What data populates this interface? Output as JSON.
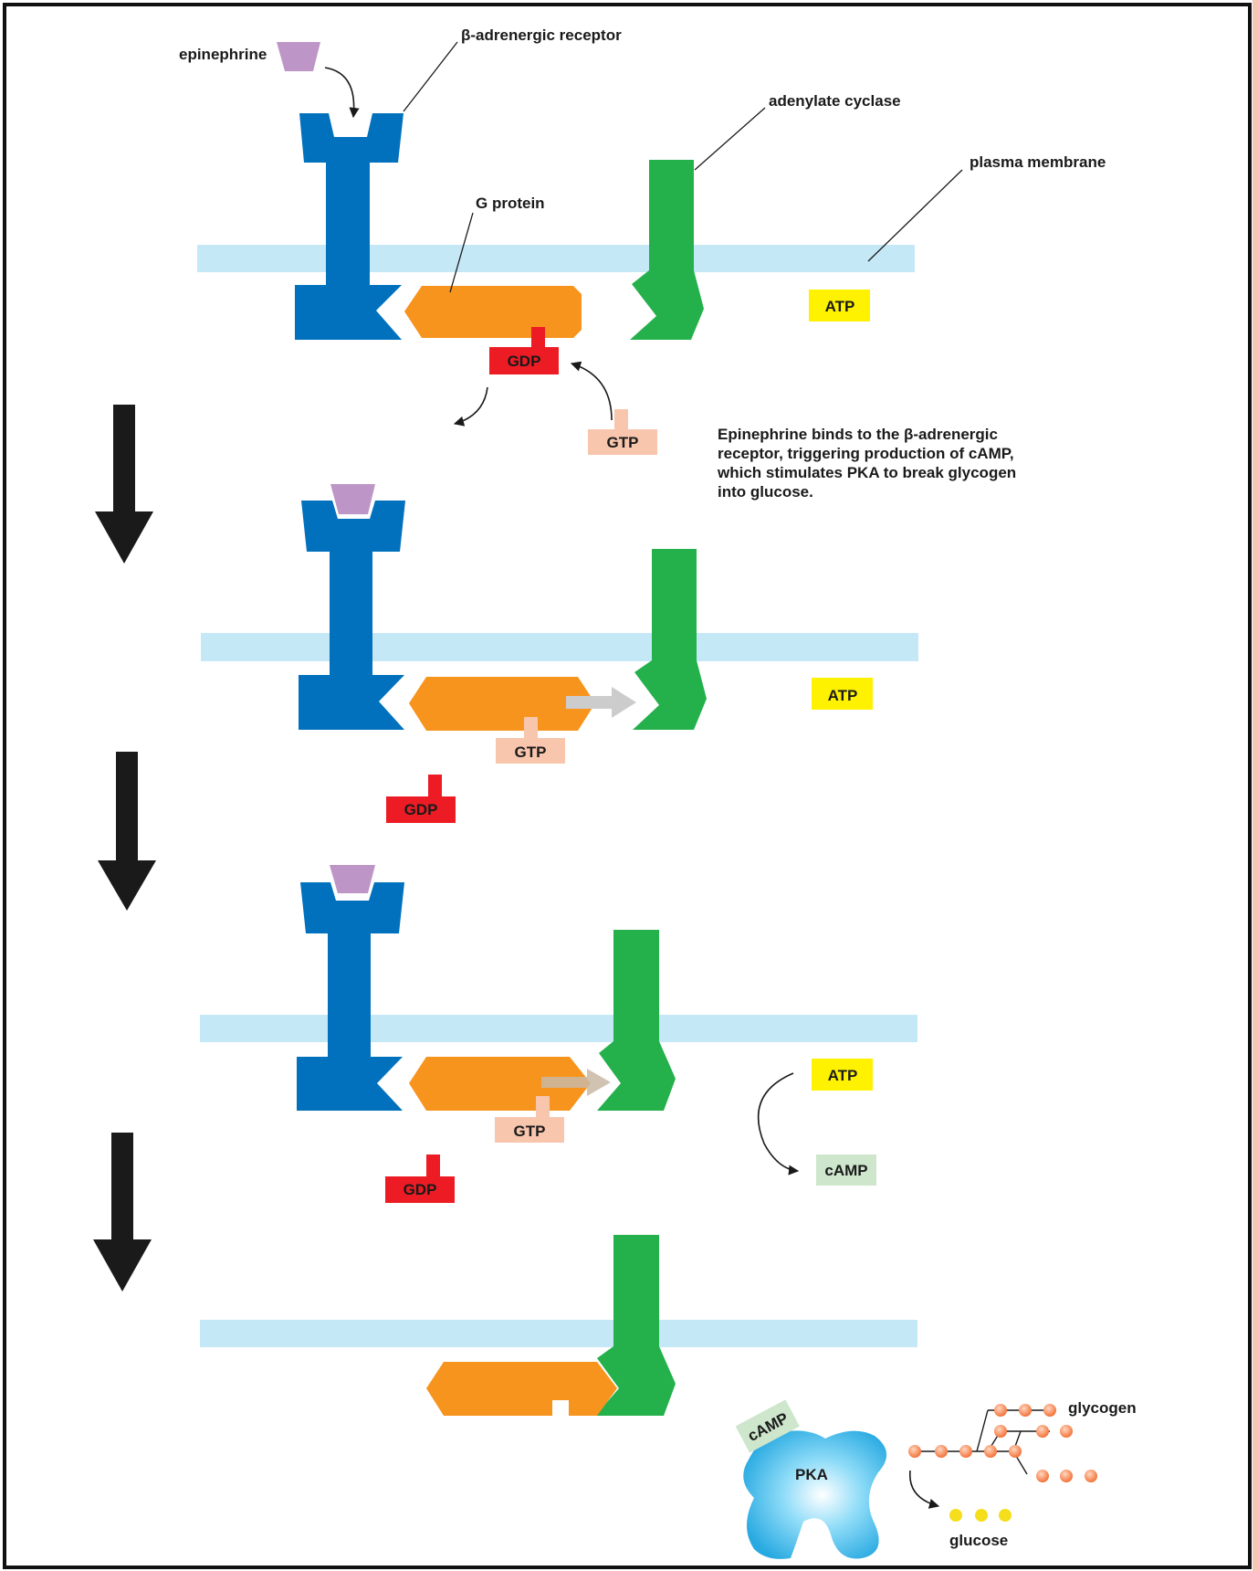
{
  "labels": {
    "epinephrine": "epinephrine",
    "beta_receptor": "β-adrenergic receptor",
    "adenylate_cyclase": "adenylate cyclase",
    "plasma_membrane": "plasma membrane",
    "g_protein": "G protein",
    "glycogen": "glycogen",
    "glucose": "glucose",
    "pka": "PKA"
  },
  "molecules": {
    "atp": "ATP",
    "gdp": "GDP",
    "gtp": "GTP",
    "camp": "cAMP"
  },
  "caption": "Epinephrine binds to the β-adrenergic receptor, triggering production of cAMP, which stimulates PKA to break glycogen into glucose.",
  "colors": {
    "receptor": "#0171bd",
    "epinephrine": "#bd95c6",
    "adenylate_cyclase": "#24b14c",
    "membrane": "#c5e8f7",
    "g_protein": "#f7941d",
    "gdp": "#ed1c24",
    "gtp": "#f8c6ad",
    "atp": "#fff200",
    "camp": "#cde6cc",
    "pka": "#27a9e1",
    "glycogen": "#f47a3c",
    "glucose": "#f5de1b",
    "step_arrow": "#1a1a1a",
    "border": "#111111",
    "side_strip": "#f2c9b3"
  }
}
